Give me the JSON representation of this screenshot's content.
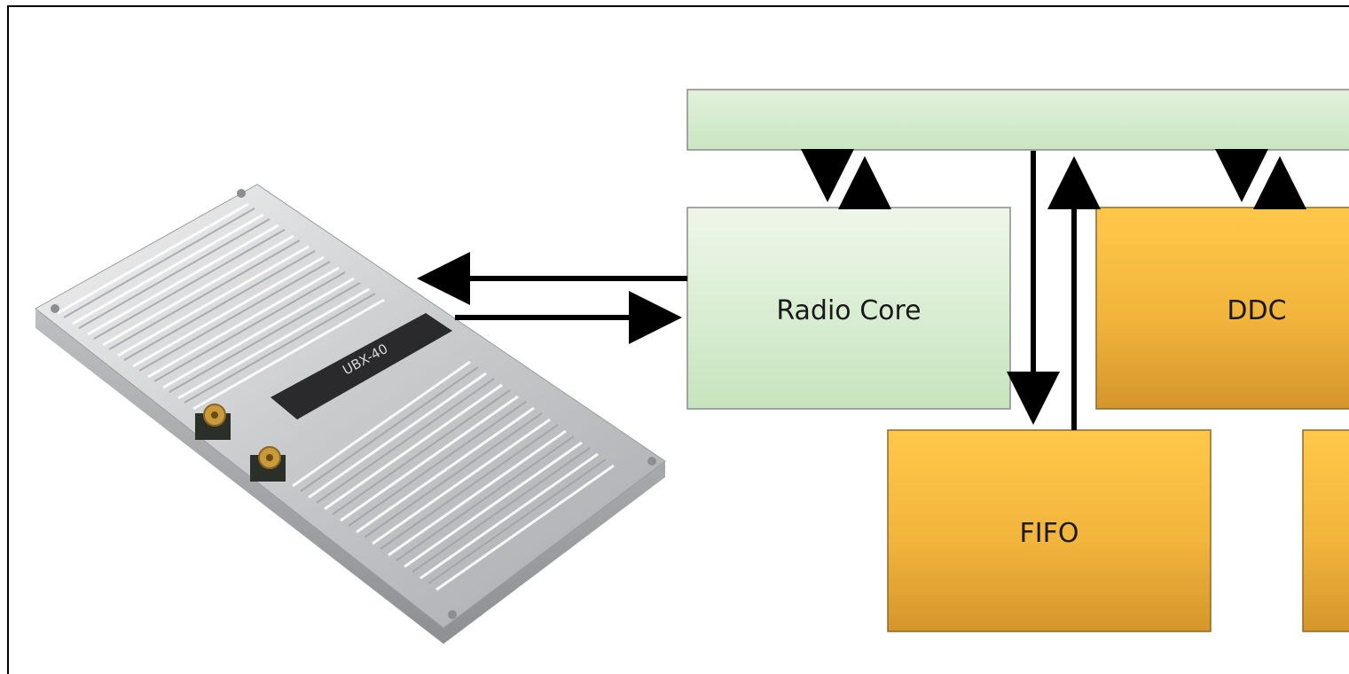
{
  "diagram": {
    "blocks": {
      "radio_core": "Radio Core",
      "ddc": "DDC",
      "fifo": "FIFO"
    },
    "board_label": "UBX-40"
  },
  "colors": {
    "green_top": "#eef7ea",
    "green_bottom": "#c8e6c0",
    "green_stroke": "#8a8a8a",
    "orange_top": "#ffc84a",
    "orange_bottom": "#d89a26",
    "arrow": "#000000"
  }
}
